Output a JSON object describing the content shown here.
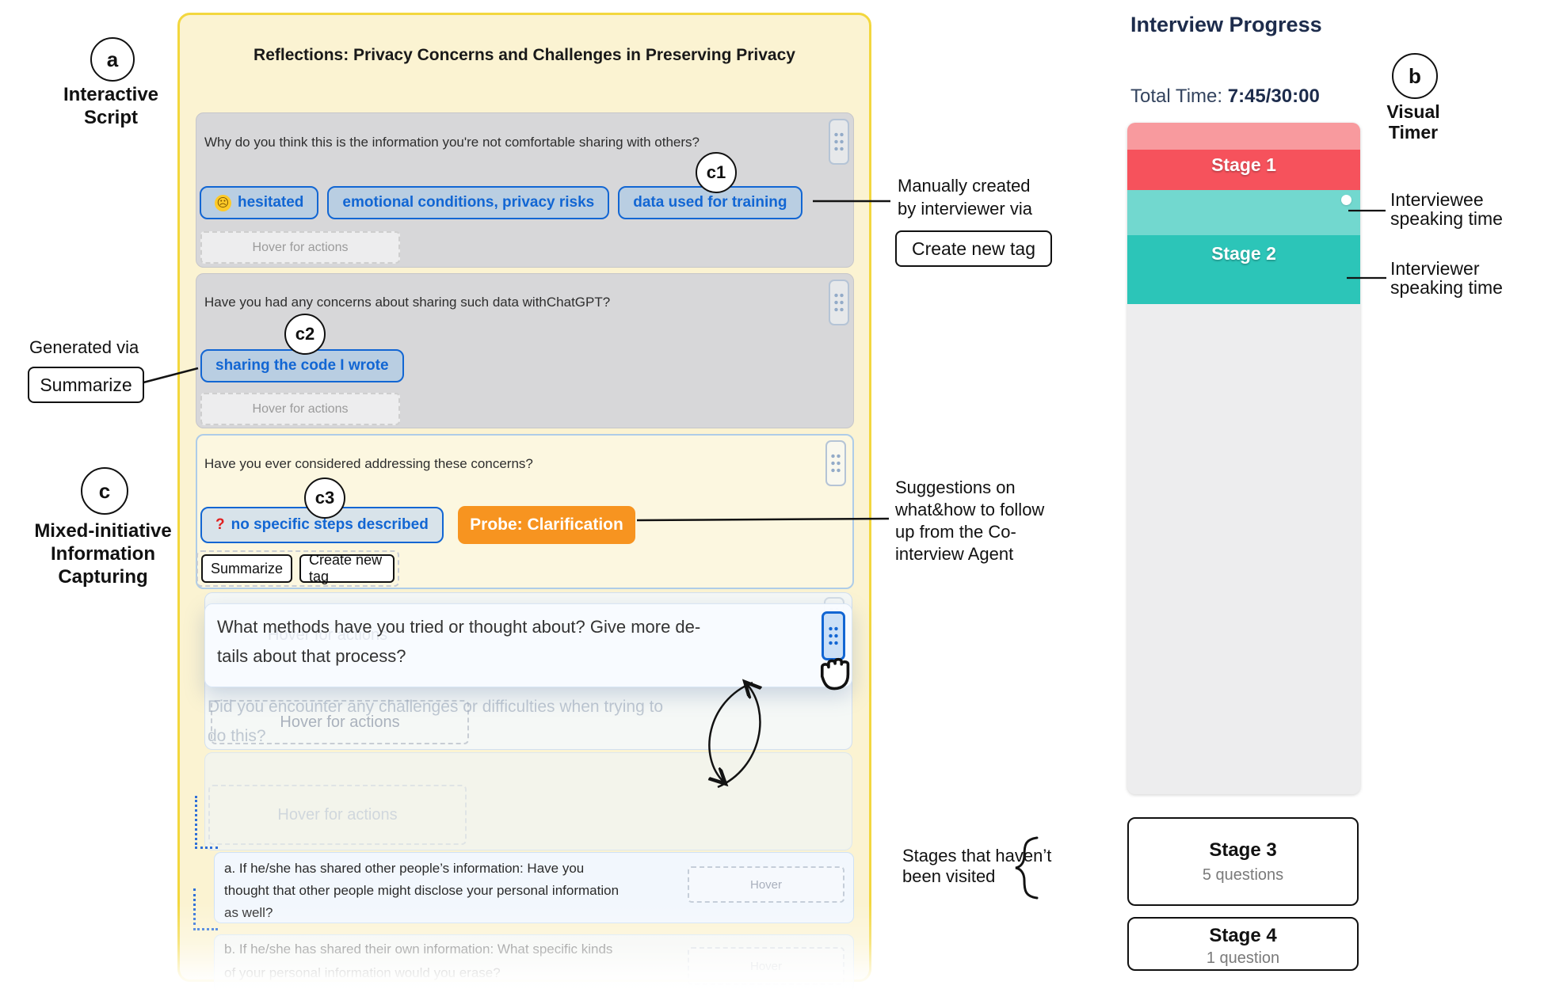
{
  "colors": {
    "panel_border": "#F3D73E",
    "panel_bg": "#FBF3D2",
    "card_gray_bg": "#D7D7D9",
    "card_cream_bg": "#FCF7E0",
    "tag_blue": "#1266D3",
    "tag_bg_on_gray": "#B9CEE2",
    "tag_bg_on_cream": "#D8E3EA",
    "probe_orange": "#F79420",
    "question_mark_red": "#E02020",
    "stage1_interviewee": "#F89A9E",
    "stage1_interviewer": "#F6525C",
    "stage2_interviewee": "#72D8CF",
    "stage2_interviewer": "#2CC5B8",
    "timer_track": "#EDEDEE",
    "heading_navy": "#1D2C4C"
  },
  "callouts": {
    "a": {
      "letter": "a",
      "caption": "Interactive\nScript"
    },
    "b": {
      "letter": "b",
      "caption": "Visual\nTimer"
    },
    "c": {
      "letter": "c",
      "caption": "Mixed-initiative\nInformation\nCapturing"
    },
    "c1": {
      "letter": "c1"
    },
    "c2": {
      "letter": "c2"
    },
    "c3": {
      "letter": "c3"
    },
    "generated_via": "Generated via",
    "summarize_button": "Summarize",
    "manual_tag_note": "Manually created\nby interviewer via",
    "create_new_tag_button": "Create new tag",
    "probe_note": "Suggestions on\nwhat&how to follow\nup from the Co-\ninterview Agent",
    "interviewee_note": "Interviewee\nspeaking time",
    "interviewer_note": "Interviewer\nspeaking time",
    "unvisited_note": "Stages that haven’t\nbeen visited"
  },
  "script": {
    "title": "Reflections: Privacy Concerns and Challenges in Preserving Privacy",
    "hover_actions": "Hover for actions",
    "hover_short": "Hover",
    "cards": {
      "q1": {
        "question": "Why do you think this is the information you're not comfortable sharing with others?",
        "tags": [
          {
            "icon": "☹",
            "label": "hesitated"
          },
          {
            "label": "emotional conditions, privacy risks"
          },
          {
            "label": "data used for training"
          }
        ]
      },
      "q2": {
        "question": "Have you had any concerns about sharing such data withChatGPT?",
        "tags": [
          {
            "label": "sharing the code I wrote"
          }
        ]
      },
      "q3": {
        "question": "Have you ever considered addressing these concerns?",
        "tag_prefix": "?",
        "tag_label": "no specific steps described",
        "probe": "Probe: Clarification",
        "actions": [
          "Summarize",
          "Create new tag"
        ]
      },
      "dragged": {
        "question": "What methods have you tried or thought about? Give more de-\ntails about that process?"
      },
      "ghost": {
        "question": "Did you encounter any challenges or difficulties when trying to\ndo this?"
      },
      "sub_a": {
        "question": "a. If he/she has shared other people’s information: Have you\nthought that other people might disclose your personal information\nas well?"
      },
      "sub_b": {
        "question": "b. If he/she has shared their own information: What specific kinds\nof your personal information would you erase?"
      }
    }
  },
  "progress": {
    "title": "Interview Progress",
    "total_time_label": "Total Time:",
    "total_time_value": "7:45/30:00",
    "stage1_label": "Stage 1",
    "stage2_label": "Stage 2",
    "upcoming": [
      {
        "title": "Stage 3",
        "subtitle": "5 questions"
      },
      {
        "title": "Stage 4",
        "subtitle": "1 question"
      }
    ]
  }
}
